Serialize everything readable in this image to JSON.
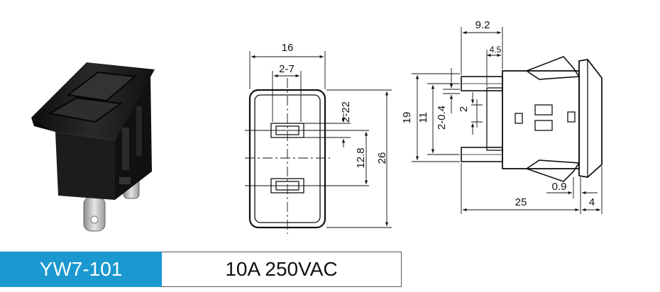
{
  "product": {
    "model": "YW7-101",
    "rating": "10A 250VAC",
    "colors": {
      "model_bg": "#1b98d0",
      "model_text": "#ffffff",
      "body": "#1a1a1a",
      "terminal": "#b9b9b9"
    }
  },
  "front_view": {
    "dims": {
      "width": "16",
      "slot_pitch": "2-7",
      "slot_width": "2-22",
      "slot_spacing": "12.8",
      "height": "26"
    }
  },
  "side_view": {
    "dims": {
      "top_overall": "9.2",
      "top_inner": "4.5",
      "height_outer": "19",
      "height_inner": "11",
      "pin": "2-0.4",
      "pin_gap": "2",
      "length": "25",
      "flange_gap": "0.9",
      "flange": "4"
    }
  }
}
